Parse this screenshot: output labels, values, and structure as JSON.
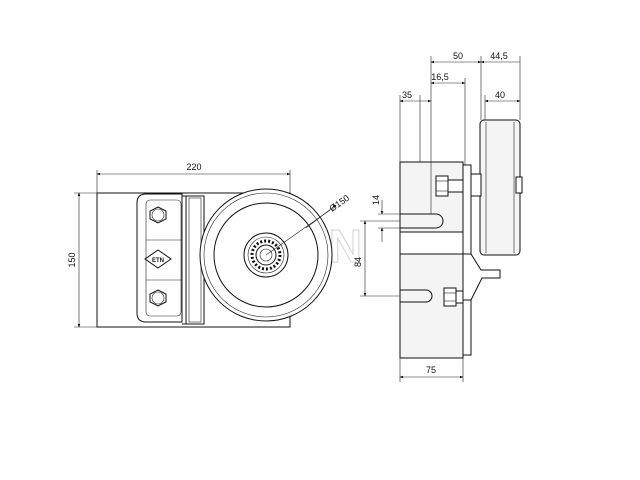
{
  "front_view": {
    "dim_width": "220",
    "dim_height": "150",
    "dim_wheel_diameter": "Ø150",
    "logo_text": "ETN"
  },
  "side_view": {
    "dim_top_total": "50",
    "dim_top_right": "44,5",
    "dim_16_5": "16,5",
    "dim_35": "35",
    "dim_40": "40",
    "dim_14": "14",
    "dim_84": "84",
    "dim_75": "75"
  },
  "watermark": "ETN"
}
